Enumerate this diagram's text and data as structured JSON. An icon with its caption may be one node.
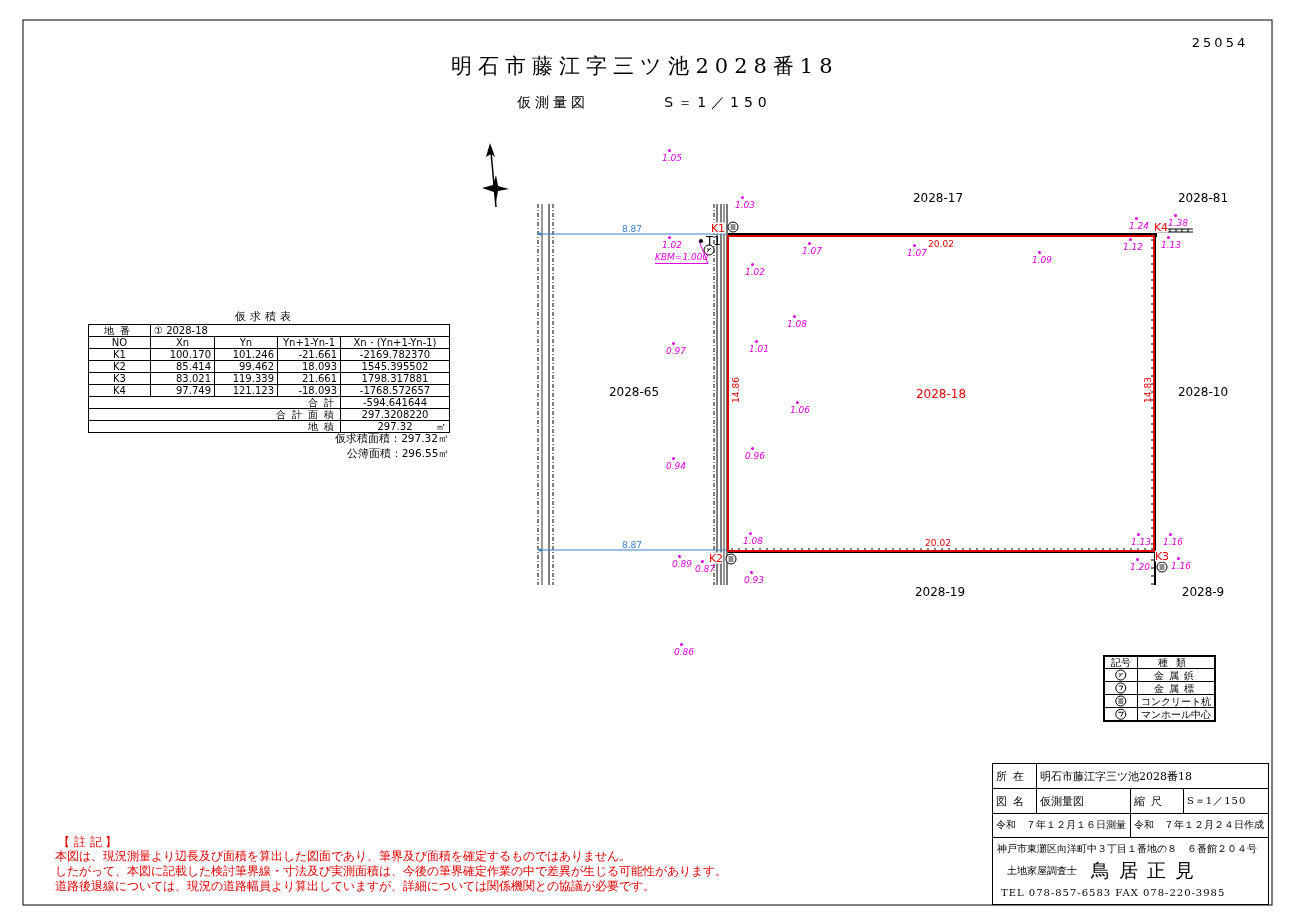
{
  "diagram": {
    "title": "明石市藤江字三ツ池2028番18",
    "nodes": [
      {
        "text": [
          "2028-18"
        ]
      },
      {
        "text": [
          "T1"
        ]
      },
      {
        "text": [
          "KBM=1.000"
        ]
      }
    ],
    "edges": [
      {
        "from": 2,
        "to": 1,
        "arrow": "none"
      }
    ],
    "labels": [
      "25054",
      "仮測量図",
      "S＝1／150",
      "1.05",
      "2028-17",
      "2028-81",
      "1.03",
      "8.87",
      "K1",
      "1.24",
      "K4",
      "1.38",
      "1.02",
      "1.07",
      "1.07",
      "20.02",
      "1.12",
      "1.13",
      "1.09",
      "1.02",
      "1.08",
      "0.97",
      "1.01",
      "2028-65",
      "14.86",
      "14.83",
      "2028-10",
      "1.06",
      "0.96",
      "0.94",
      "8.87",
      "1.08",
      "20.02",
      "1.13",
      "1.16",
      "0.89",
      "0.87",
      "K2",
      "1.20",
      "K3",
      "1.16",
      "0.93",
      "2028-19",
      "2028-9",
      "0.86",
      "仮求積表",
      "地番",
      "① 2028-18",
      "NO",
      "Xn",
      "Yn",
      "Yn+1-Yn-1",
      "Xn・(Yn+1-Yn-1)",
      "K1",
      "100.170",
      "101.246",
      "-21.661",
      "-2169.782370",
      "K2",
      "85.414",
      "99.462",
      "18.093",
      "1545.395502",
      "K3",
      "83.021",
      "119.339",
      "21.661",
      "1798.317881",
      "K4",
      "97.749",
      "121.123",
      "-18.093",
      "-1768.572657",
      "合計",
      "-594.641644",
      "合計面積",
      "297.3208220",
      "地積",
      "297.32",
      "㎡",
      "仮求積面積：297.32㎡",
      "公簿面積：296.55㎡",
      "記号",
      "種類",
      "所在",
      "明石市藤江字三ツ池2028番18",
      "図名",
      "仮測量図",
      "縮尺",
      "S＝1／150",
      "令和　７年１２月１６日測量",
      "令和　７年１２月２４日作成",
      "神戸市東灘区向洋町中３丁目１番地の８　６番館２０４号",
      "土地家屋調査士",
      "鳥居正見",
      "TEL 078-857-6583 FAX 078-220-3985",
      "【 註 記 】",
      "本図は、現況測量より辺長及び面積を算出した図面であり、筆界及び面積を確定するものではありません。",
      "したがって、本図に記載した検討筆界線・寸法及び実測面積は、今後の筆界確定作業の中で差異が生じる可能性があります。",
      "道路後退線については、現況の道路幅員より算出していますが、詳細については関係機関との協議が必要です。"
    ],
    "legend": [
      {
        "text": "金属鋲"
      },
      {
        "text": "金属標"
      },
      {
        "text": "コンクリート杭"
      },
      {
        "text": "マンホール中心"
      }
    ]
  }
}
